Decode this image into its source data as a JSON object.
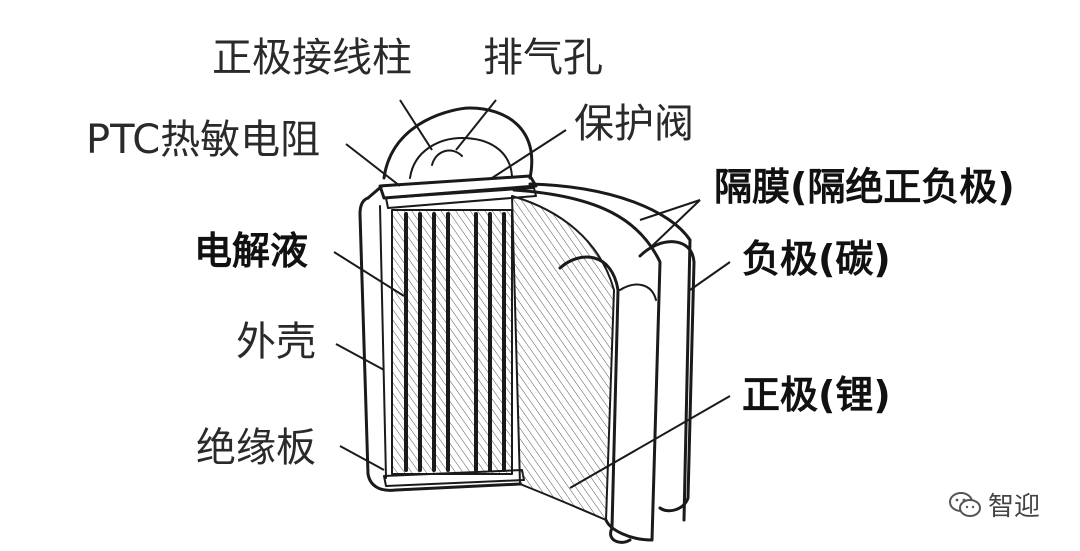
{
  "labels": {
    "positive_terminal": "正极接线柱",
    "vent": "排气孔",
    "ptc": "PTC热敏电阻",
    "safety_valve": "保护阀",
    "separator": "隔膜(隔绝正负极)",
    "electrolyte": "电解液",
    "negative": "负极(碳)",
    "shell": "外壳",
    "positive": "正极(锂)",
    "insulator": "绝缘板"
  },
  "watermark": {
    "text": "智迎"
  },
  "colors": {
    "line": "#1a1a1a",
    "text": "#2a2a2a",
    "background": "#ffffff"
  },
  "icons": {
    "watermark_icon": "wechat-icon"
  }
}
